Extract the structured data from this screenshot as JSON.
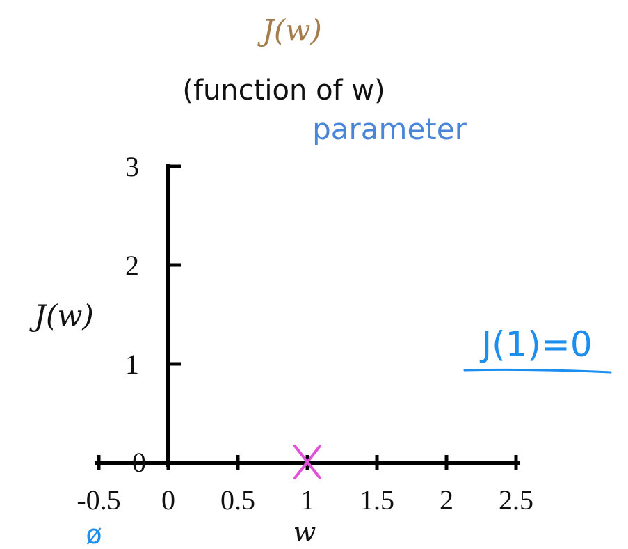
{
  "chart_data": {
    "type": "scatter",
    "title": "J(w)",
    "subtitle": "(function of w)",
    "xlabel": "w",
    "ylabel": "J(w)",
    "xlim": [
      -0.5,
      2.5
    ],
    "ylim": [
      0,
      3
    ],
    "x_ticks": [
      -0.5,
      0,
      0.5,
      1,
      1.5,
      2,
      2.5
    ],
    "x_tick_labels": [
      "-0.5",
      "0",
      "0.5",
      "1",
      "1.5",
      "2",
      "2.5"
    ],
    "y_ticks": [
      0,
      1,
      2,
      3
    ],
    "y_tick_labels": [
      "0",
      "1",
      "2",
      "3"
    ],
    "grid": false,
    "points": [
      {
        "x": 1,
        "y": 0,
        "marker": "x",
        "color": "#e052d8"
      }
    ],
    "annotations": {
      "parameter": "parameter",
      "result": "J(1)=0",
      "theta_symbol": "ø"
    },
    "colors": {
      "title": "#a57c4d",
      "parameter": "#4a86d8",
      "handwriting": "#1c8ef0",
      "marker": "#e052d8",
      "axis": "#000000",
      "text": "#111111"
    }
  }
}
